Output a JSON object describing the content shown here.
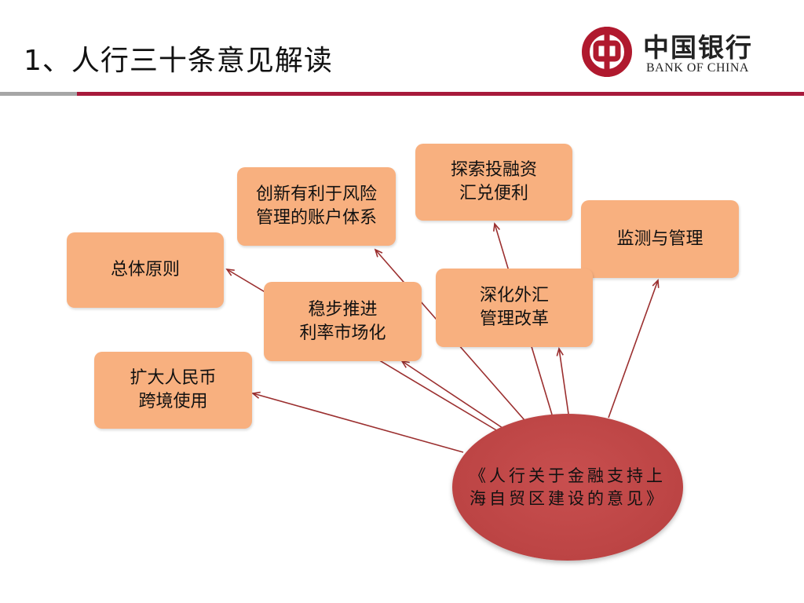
{
  "title": "1、人行三十条意见解读",
  "logo": {
    "cn_name": "中国银行",
    "en_name": "BANK OF CHINA",
    "color": "#b0192e"
  },
  "center": {
    "line1": "《人行关于金融支持上",
    "line2": "海自贸区建设的意见》"
  },
  "topics": [
    {
      "id": "general",
      "lines": [
        "总体原则"
      ]
    },
    {
      "id": "account",
      "lines": [
        "创新有利于风险",
        "管理的账户体系"
      ]
    },
    {
      "id": "exchange",
      "lines": [
        "探索投融资",
        "汇兑便利"
      ]
    },
    {
      "id": "monitor",
      "lines": [
        "监测与管理"
      ]
    },
    {
      "id": "interest",
      "lines": [
        "稳步推进",
        "利率市场化"
      ]
    },
    {
      "id": "forex",
      "lines": [
        "深化外汇",
        "管理改革"
      ]
    },
    {
      "id": "rmb",
      "lines": [
        "扩大人民币",
        "跨境使用"
      ]
    }
  ],
  "colors": {
    "box_fill": "#f8b07f",
    "center_fill": "#bc4444",
    "arrow": "#9b2f2f",
    "rule_gray": "#a6a6a6",
    "rule_red": "#a7193b"
  }
}
